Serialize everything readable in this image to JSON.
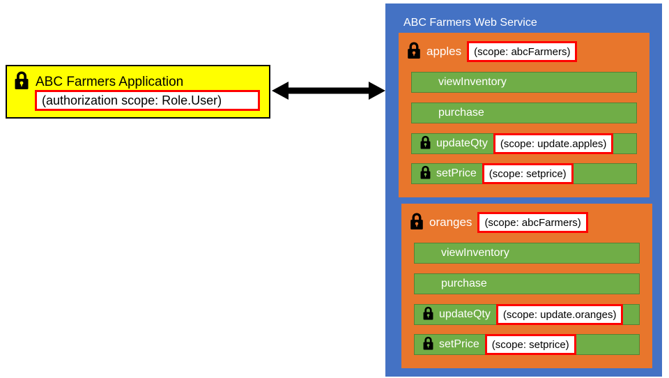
{
  "client": {
    "icon": "lock-icon",
    "title": "ABC Farmers Application",
    "scope_label": "(authorization scope: Role.User)"
  },
  "connector": {
    "icon": "double-headed-arrow-icon"
  },
  "service": {
    "title": "ABC Farmers Web Service",
    "resources": [
      {
        "icon": "lock-icon",
        "name": "apples",
        "scope_label": "(scope: abcFarmers)",
        "methods": [
          {
            "name": "viewInventory",
            "locked": false,
            "scope_label": ""
          },
          {
            "name": "purchase",
            "locked": false,
            "scope_label": ""
          },
          {
            "name": "updateQty",
            "locked": true,
            "icon": "lock-icon",
            "scope_label": "(scope: update.apples)"
          },
          {
            "name": "setPrice",
            "locked": true,
            "icon": "lock-icon",
            "scope_label": "(scope: setprice)"
          }
        ]
      },
      {
        "icon": "lock-icon",
        "name": "oranges",
        "scope_label": "(scope: abcFarmers)",
        "methods": [
          {
            "name": "viewInventory",
            "locked": false,
            "scope_label": ""
          },
          {
            "name": "purchase",
            "locked": false,
            "scope_label": ""
          },
          {
            "name": "updateQty",
            "locked": true,
            "icon": "lock-icon",
            "scope_label": "(scope: update.oranges)"
          },
          {
            "name": "setPrice",
            "locked": true,
            "icon": "lock-icon",
            "scope_label": "(scope: setprice)"
          }
        ]
      }
    ]
  },
  "colors": {
    "client_fill": "#ffff00",
    "service_fill": "#4472c4",
    "resource_fill": "#e8762c",
    "method_fill": "#70ad47",
    "method_border": "#548235",
    "highlight_border": "#ff0000",
    "scope_fill": "#ffffff",
    "arrow": "#000000"
  }
}
